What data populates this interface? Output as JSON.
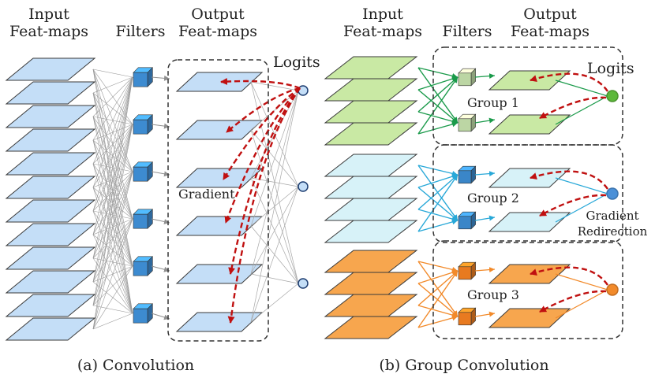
{
  "panel_a": {
    "header_input": [
      "Input",
      "Feat-maps"
    ],
    "header_filters": "Filters",
    "header_output": [
      "Output",
      "Feat-maps"
    ],
    "logits_label": "Logits",
    "gradient_label": "Gradient",
    "caption": "(a) Convolution",
    "input_map_count": 12,
    "filter_count": 6,
    "output_map_count": 6,
    "logit_count": 3
  },
  "panel_b": {
    "header_input": [
      "Input",
      "Feat-maps"
    ],
    "header_filters": "Filters",
    "header_output": [
      "Output",
      "Feat-maps"
    ],
    "logits_label": "Logits",
    "redirection_label": [
      "Gradient",
      "Redirection"
    ],
    "caption": "(b) Group Convolution",
    "groups": [
      {
        "label": "Group 1",
        "fill": "#c9e9a4",
        "line": "#1a9a4a",
        "cube": "#bcd6a4",
        "logit": "#5cb83a"
      },
      {
        "label": "Group 2",
        "fill": "#d7f2f8",
        "line": "#28a8d8",
        "cube": "#3a86c8",
        "logit": "#4a90d8"
      },
      {
        "label": "Group 3",
        "fill": "#f7a64e",
        "line": "#f28a2a",
        "cube": "#e87a20",
        "logit": "#f28a2a"
      }
    ]
  },
  "colors": {
    "map_blue": "#c4def7",
    "cube_blue": "#3d8bd0",
    "gradient_arrow": "#c01010",
    "gray_arrow": "#909090"
  }
}
